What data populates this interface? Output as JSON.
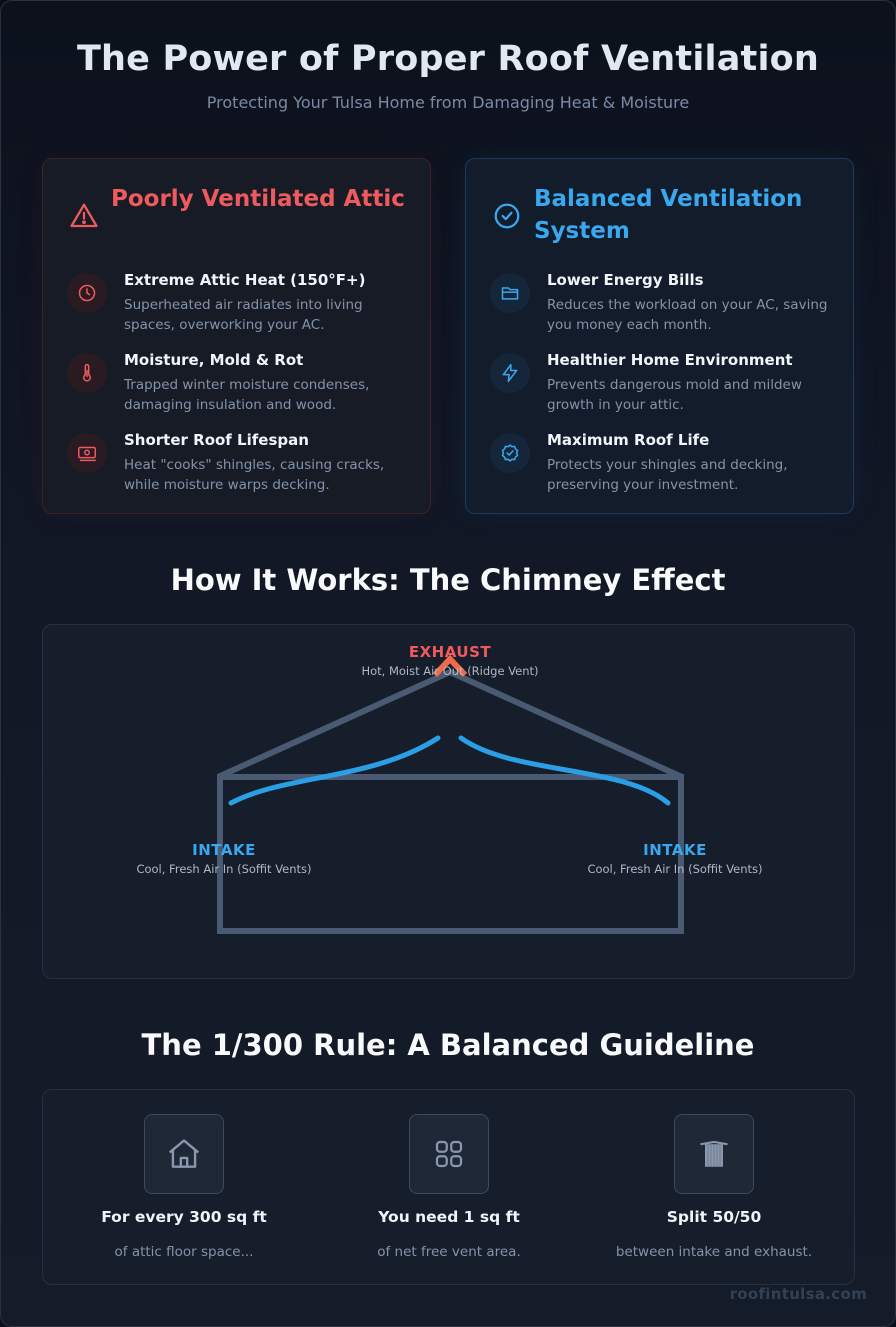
{
  "header": {
    "title": "The Power of Proper Roof Ventilation",
    "subtitle": "Protecting Your Tulsa Home from Damaging Heat & Moisture"
  },
  "colors": {
    "danger": "#ef5a5f",
    "accent": "#3aa8ee",
    "muted": "#8593a8",
    "exhaust": "#f06a4a"
  },
  "poor": {
    "title": "Poorly Ventilated Attic",
    "icon": "warning-triangle-icon",
    "items": [
      {
        "icon": "clock-icon",
        "title": "Extreme Attic Heat (150°F+)",
        "desc": "Superheated air radiates into living spaces, overworking your AC."
      },
      {
        "icon": "thermometer-icon",
        "title": "Moisture, Mold & Rot",
        "desc": "Trapped winter moisture condenses, damaging insulation and wood."
      },
      {
        "icon": "money-icon",
        "title": "Shorter Roof Lifespan",
        "desc": "Heat \"cooks\" shingles, causing cracks, while moisture warps decking."
      }
    ]
  },
  "balanced": {
    "title": "Balanced Ventilation System",
    "icon": "check-circle-icon",
    "items": [
      {
        "icon": "folder-icon",
        "title": "Lower Energy Bills",
        "desc": "Reduces the workload on your AC, saving you money each month."
      },
      {
        "icon": "lightning-icon",
        "title": "Healthier Home Environment",
        "desc": "Prevents dangerous mold and mildew growth in your attic."
      },
      {
        "icon": "badge-check-icon",
        "title": "Maximum Roof Life",
        "desc": "Protects your shingles and decking, preserving your investment."
      }
    ]
  },
  "how": {
    "title": "How It Works: The Chimney Effect",
    "exhaust": {
      "label": "EXHAUST",
      "desc": "Hot, Moist Air Out (Ridge Vent)"
    },
    "intake_left": {
      "label": "INTAKE",
      "desc": "Cool, Fresh Air In (Soffit Vents)"
    },
    "intake_right": {
      "label": "INTAKE",
      "desc": "Cool, Fresh Air In (Soffit Vents)"
    }
  },
  "rule": {
    "title": "The 1/300 Rule: A Balanced Guideline",
    "items": [
      {
        "icon": "house-icon",
        "title": "For every 300 sq ft",
        "desc": "of attic floor space..."
      },
      {
        "icon": "grid-icon",
        "title": "You need 1 sq ft",
        "desc": "of net free vent area."
      },
      {
        "icon": "ridge-vent-icon",
        "title": "Split 50/50",
        "desc": "between intake and exhaust."
      }
    ]
  },
  "footer": {
    "watermark": "roofintulsa.com"
  }
}
